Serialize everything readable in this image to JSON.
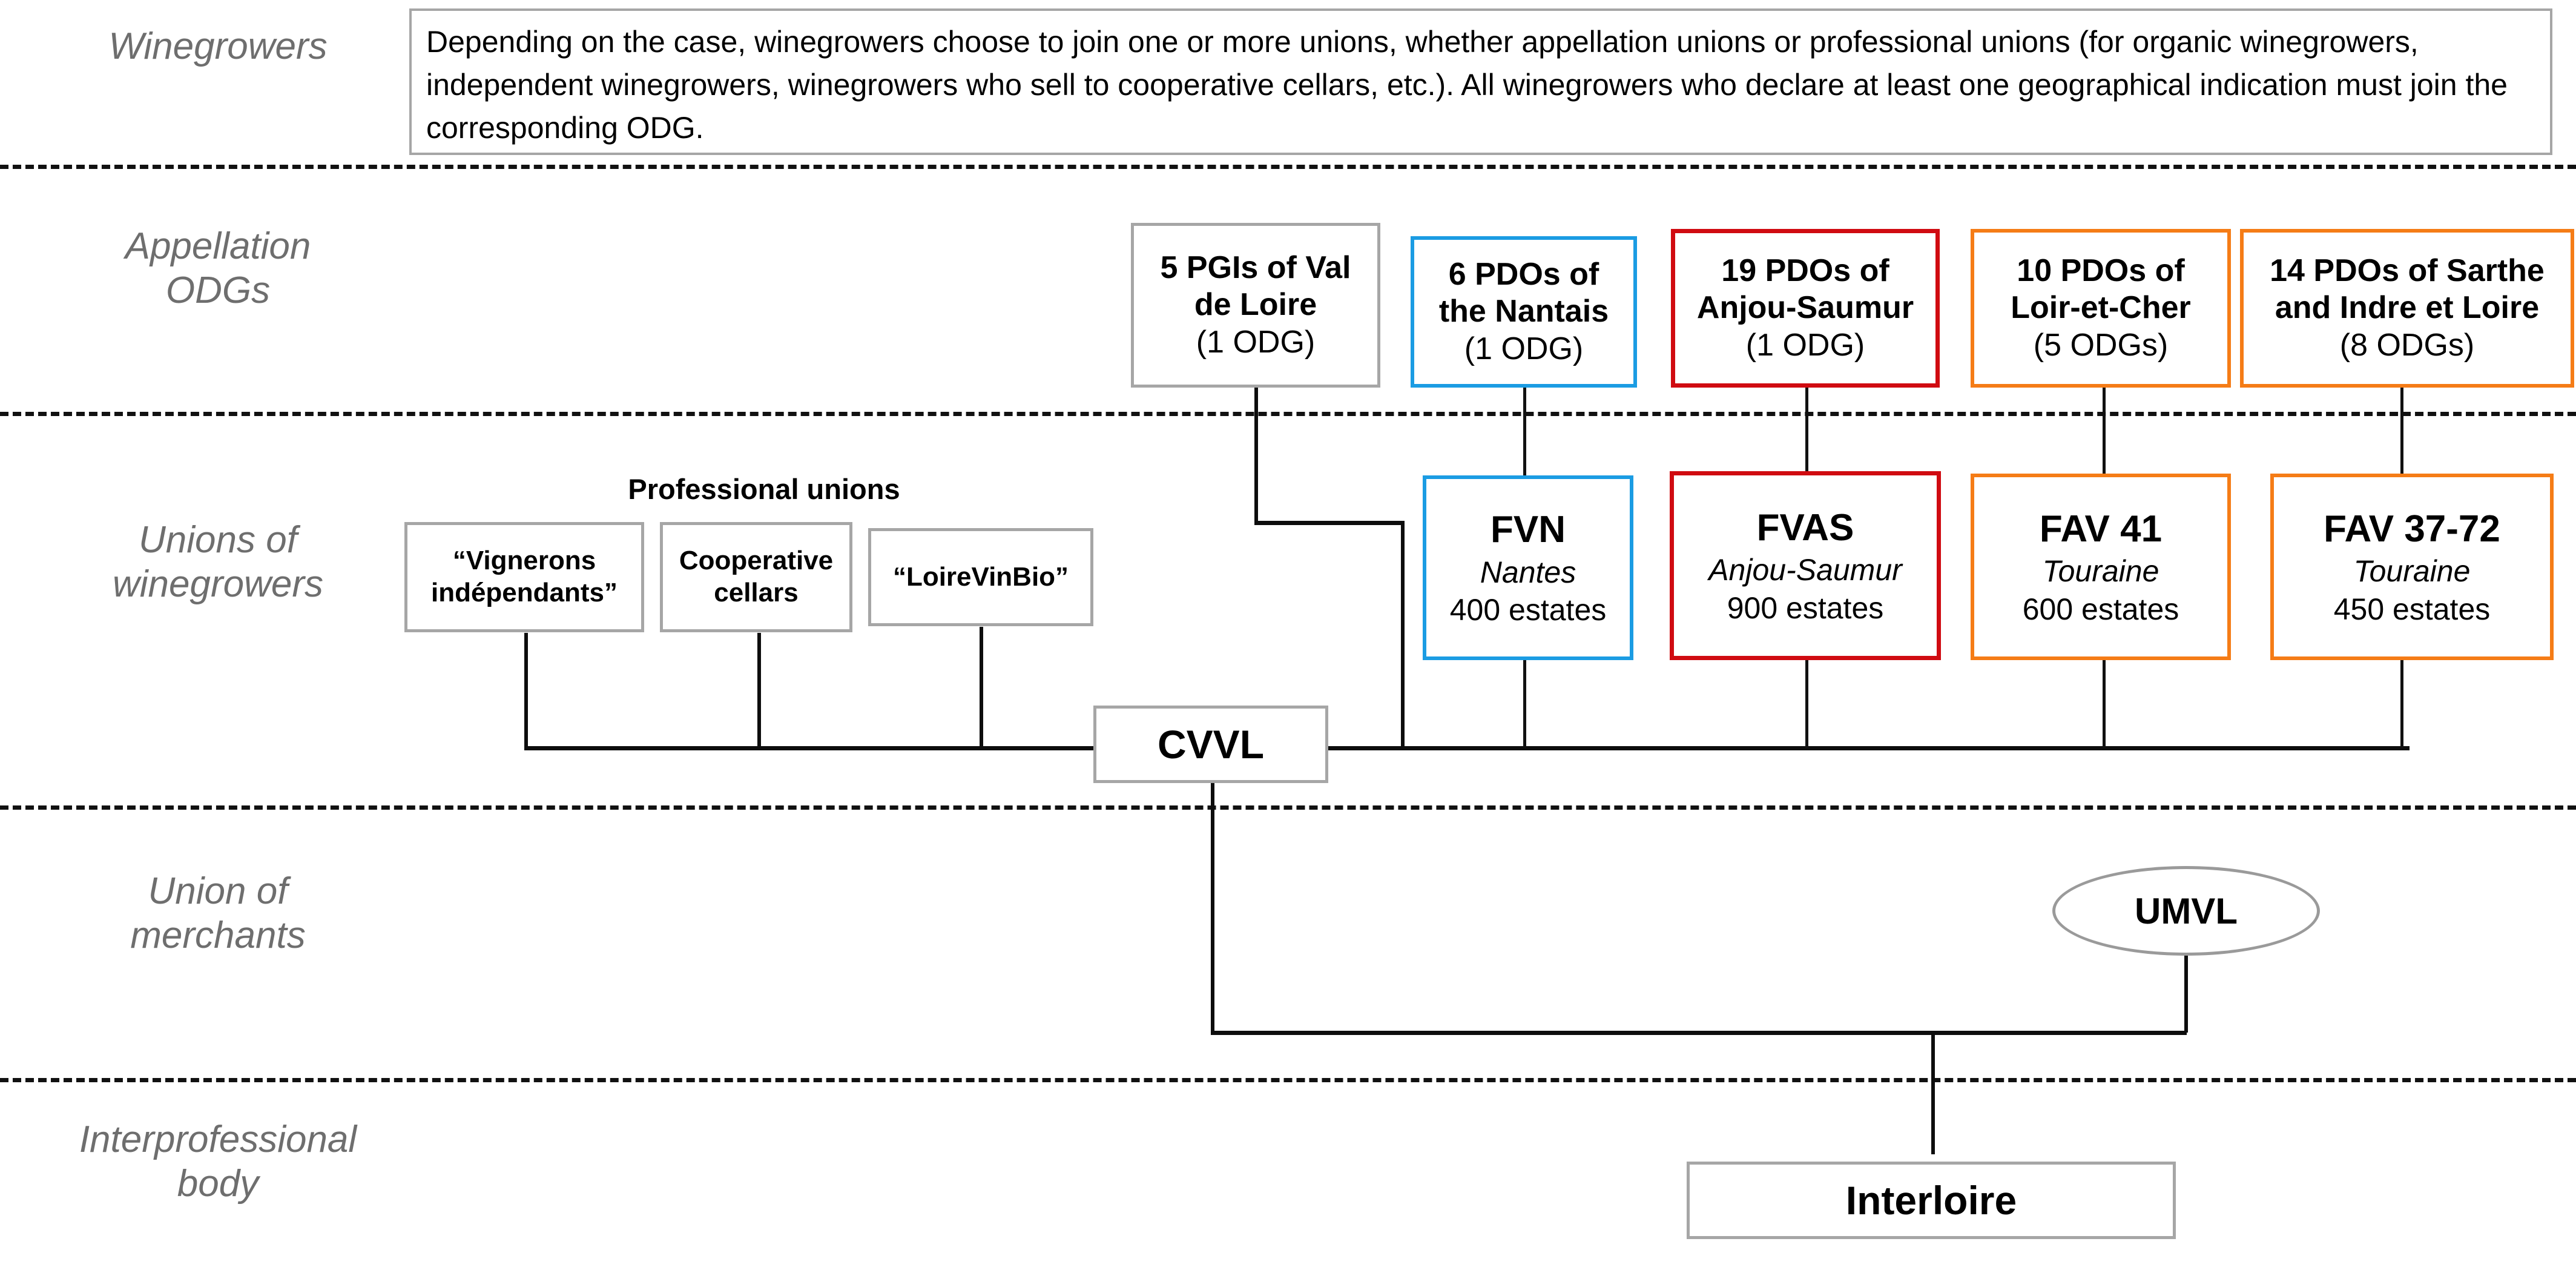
{
  "rows": [
    {
      "id": "winegrowers",
      "label": "Winegrowers"
    },
    {
      "id": "appellation-odgs",
      "label": "Appellation\nODGs"
    },
    {
      "id": "unions-winegrowers",
      "label": "Unions of\nwinegrowers"
    },
    {
      "id": "union-merchants",
      "label": "Union of\nmerchants"
    },
    {
      "id": "interprofessional",
      "label": "Interprofessional\nbody"
    }
  ],
  "intro": {
    "text": "Depending on the case, winegrowers choose to join one or more unions, whether appellation unions or professional unions (for organic winegrowers, independent winegrowers, winegrowers who sell to cooperative cellars, etc.). All winegrowers who declare at least one geographical indication must join the corresponding ODG."
  },
  "appellation_odgs": [
    {
      "line1": "5 PGIs of Val",
      "line2": "de Loire",
      "line3": "(1 ODG)",
      "color": "#a6a6a6",
      "style": "grey"
    },
    {
      "line1": "6 PDOs of",
      "line2": "the Nantais",
      "line3": "(1 ODG)",
      "color": "#1b9ce3",
      "style": "blue"
    },
    {
      "line1": "19 PDOs of",
      "line2": "Anjou-Saumur",
      "line3": "(1 ODG)",
      "color": "#d00b11",
      "style": "red"
    },
    {
      "line1": "10 PDOs of",
      "line2": "Loir-et-Cher",
      "line3": "(5 ODGs)",
      "color": "#f57c16",
      "style": "orange"
    },
    {
      "line1": "14 PDOs of Sarthe",
      "line2": "and Indre et Loire",
      "line3": "(8 ODGs)",
      "color": "#f57c16",
      "style": "orange"
    }
  ],
  "professional_unions": {
    "title": "Professional unions",
    "items": [
      {
        "line1": "“Vignerons",
        "line2": "indépendants”"
      },
      {
        "line1": "Cooperative",
        "line2": "cellars"
      },
      {
        "line1": "“LoireVinBio”",
        "line2": ""
      }
    ]
  },
  "appellation_unions": [
    {
      "name": "FVN",
      "region": "Nantes",
      "estates": "400 estates",
      "color": "#1b9ce3",
      "style": "blue"
    },
    {
      "name": "FVAS",
      "region": "Anjou-Saumur",
      "estates": "900 estates",
      "color": "#d00b11",
      "style": "red"
    },
    {
      "name": "FAV 41",
      "region": "Touraine",
      "estates": "600 estates",
      "color": "#f57c16",
      "style": "orange"
    },
    {
      "name": "FAV 37-72",
      "region": "Touraine",
      "estates": "450 estates",
      "color": "#f57c16",
      "style": "orange"
    }
  ],
  "federation": {
    "label": "CVVL"
  },
  "merchants": {
    "label": "UMVL"
  },
  "interprofessional": {
    "label": "Interloire"
  }
}
